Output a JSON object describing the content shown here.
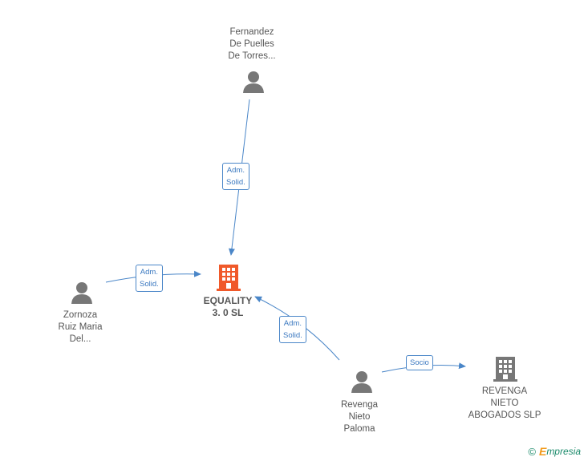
{
  "nodes": {
    "fernandez": {
      "label": "Fernandez\nDe Puelles\nDe Torres..."
    },
    "equality": {
      "label": "EQUALITY\n3. 0  SL"
    },
    "zornoza": {
      "label": "Zornoza\nRuiz Maria\nDel..."
    },
    "revenga_person": {
      "label": "Revenga\nNieto\nPaloma"
    },
    "revenga_company": {
      "label": "REVENGA\nNIETO\nABOGADOS  SLP"
    }
  },
  "edges": {
    "fernandez_equality": {
      "label": "Adm.\nSolid."
    },
    "zornoza_equality": {
      "label": "Adm.\nSolid."
    },
    "revenga_equality": {
      "label": "Adm.\nSolid."
    },
    "revenga_company": {
      "label": "Socio"
    }
  },
  "colors": {
    "edge": "#4a86c8",
    "person": "#777777",
    "company_main": "#f0592a",
    "company": "#777777"
  },
  "watermark": {
    "symbol": "©",
    "brand_initial": "E",
    "brand_rest": "mpresia"
  }
}
